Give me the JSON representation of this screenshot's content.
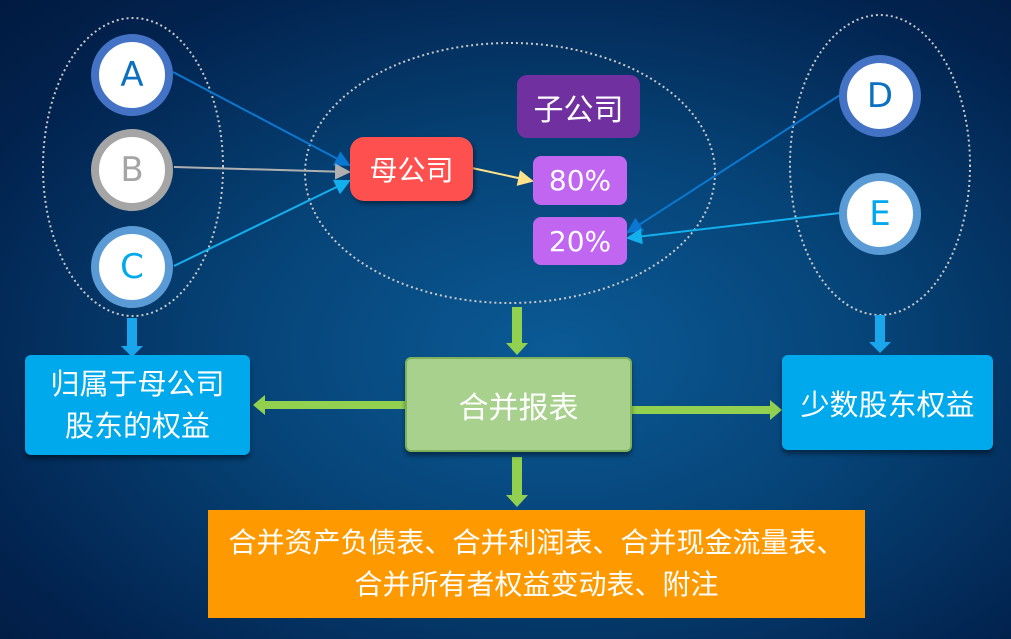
{
  "nodes": {
    "a": "A",
    "b": "B",
    "c": "C",
    "d": "D",
    "e": "E"
  },
  "parent_company": "母公司",
  "subsidiary": "子公司",
  "parent_share": "80%",
  "minority_share": "20%",
  "consolidated": "合并报表",
  "parent_equity": "归属于母公司股东的权益",
  "minority_equity": "少数股东权益",
  "statements": "合并资产负债表、合并利润表、合并现金流量表、合并所有者权益变动表、附注",
  "colors": {
    "parent": "#ff5050",
    "subsidiary": "#7030a0",
    "share": "#c066f0",
    "green": "#a9d18e",
    "blue": "#00a8ec",
    "orange": "#ff9900"
  }
}
